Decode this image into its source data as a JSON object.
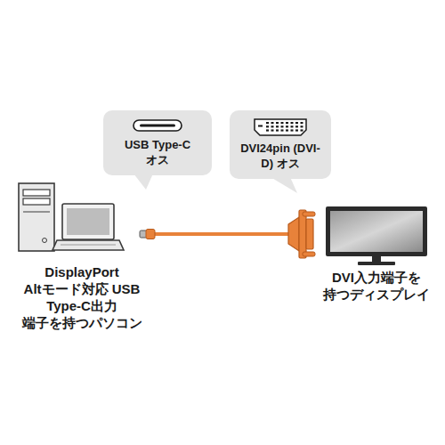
{
  "diagram": {
    "nodes": [
      {
        "text": [
          "USB Type-C オス"
        ]
      },
      {
        "text": [
          "DVI24pin (DVI-D) オス"
        ]
      }
    ],
    "labels": [
      "DisplayPort Altモード対応 USB Type-C出力 端子を持つパソコン",
      "DVI入力端子を 持つディスプレイ"
    ]
  }
}
